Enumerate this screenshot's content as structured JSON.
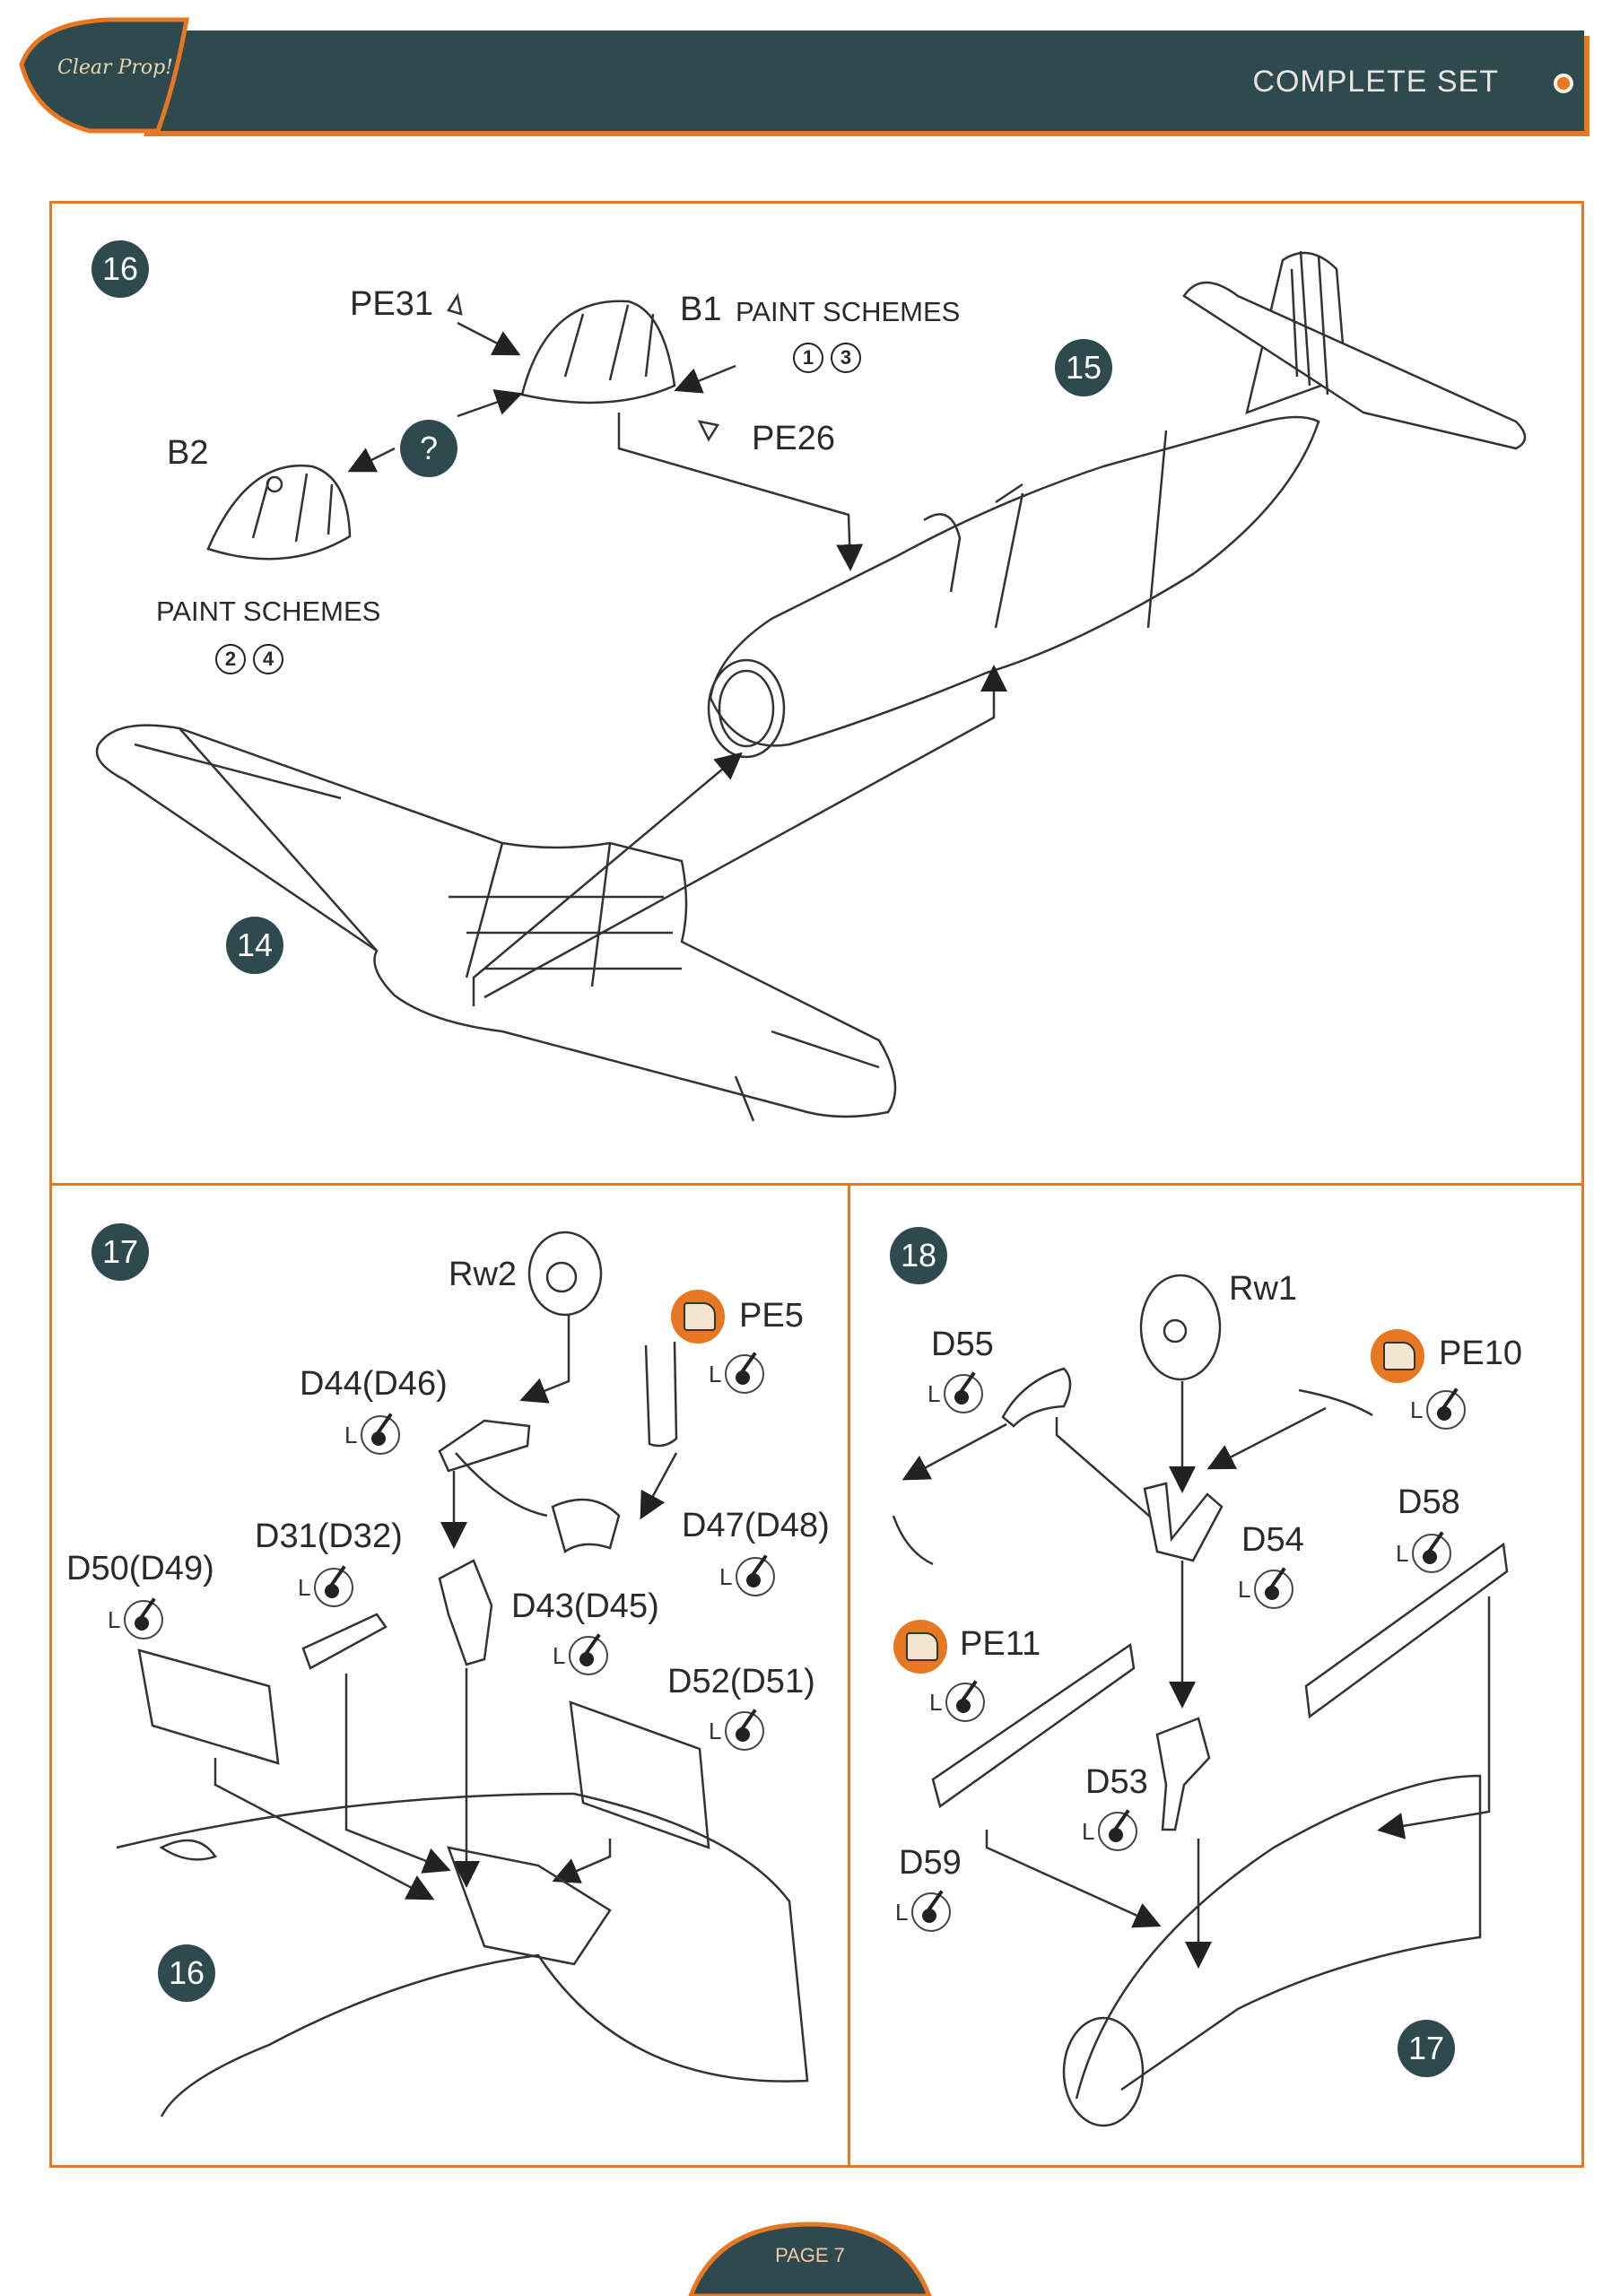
{
  "header": {
    "brand": "Clear Prop!",
    "title": "COMPLETE SET"
  },
  "step16": {
    "number": "16",
    "part_pe31": "PE31",
    "part_b1": "B1",
    "part_b2": "B2",
    "part_pe26": "PE26",
    "question": "?",
    "paint_schemes_a": {
      "label": "PAINT SCHEMES",
      "n1": "1",
      "n2": "3"
    },
    "paint_schemes_b": {
      "label": "PAINT SCHEMES",
      "n1": "2",
      "n2": "4"
    },
    "ref_15": "15",
    "ref_14": "14"
  },
  "step17": {
    "number": "17",
    "rw2": "Rw2",
    "pe5": "PE5",
    "d44": "D44(D46)",
    "d31": "D31(D32)",
    "d50": "D50(D49)",
    "d47": "D47(D48)",
    "d43": "D43(D45)",
    "d52": "D52(D51)",
    "glue_letter": "L",
    "ref_16": "16"
  },
  "step18": {
    "number": "18",
    "rw1": "Rw1",
    "d55": "D55",
    "pe10": "PE10",
    "d58": "D58",
    "d54": "D54",
    "pe11": "PE11",
    "d53": "D53",
    "d59": "D59",
    "glue_letter": "L",
    "ref_17": "17"
  },
  "footer": {
    "page": "PAGE 7"
  },
  "colors": {
    "accent": "#e87722",
    "dark": "#2f4a4f"
  }
}
